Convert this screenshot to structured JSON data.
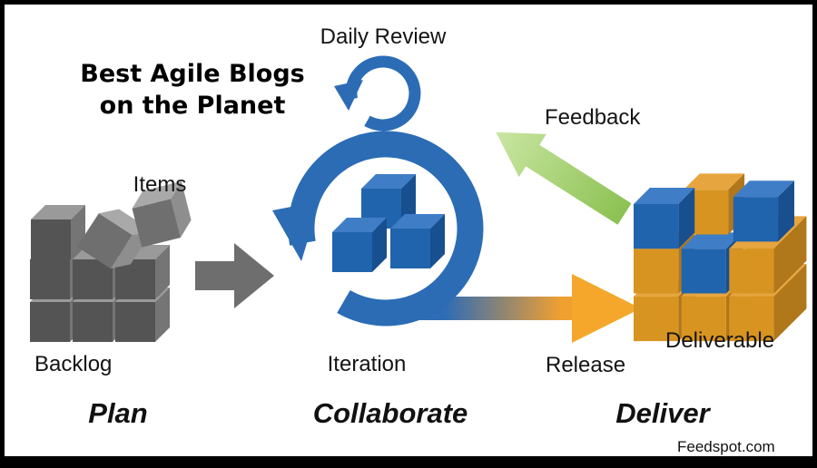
{
  "header": {
    "title_line1": "Best Agile Blogs",
    "title_line2": "on the Planet"
  },
  "diagram": {
    "daily_review_label": "Daily Review",
    "items_label": "Items",
    "backlog_label": "Backlog",
    "iteration_label": "Iteration",
    "release_label": "Release",
    "feedback_label": "Feedback",
    "deliverable_label": "Deliverable",
    "phases": {
      "plan": "Plan",
      "collaborate": "Collaborate",
      "deliver": "Deliver"
    },
    "colors": {
      "process_blue": "#2B6CB5",
      "cube_blue": "#2164AE",
      "release_orange": "#F2A62E",
      "feedback_green": "#9CCB5A",
      "neutral_gray": "#6E6E6E",
      "backlog_gray": "#545454"
    }
  },
  "footer": {
    "brand": "Feedspot.com"
  }
}
